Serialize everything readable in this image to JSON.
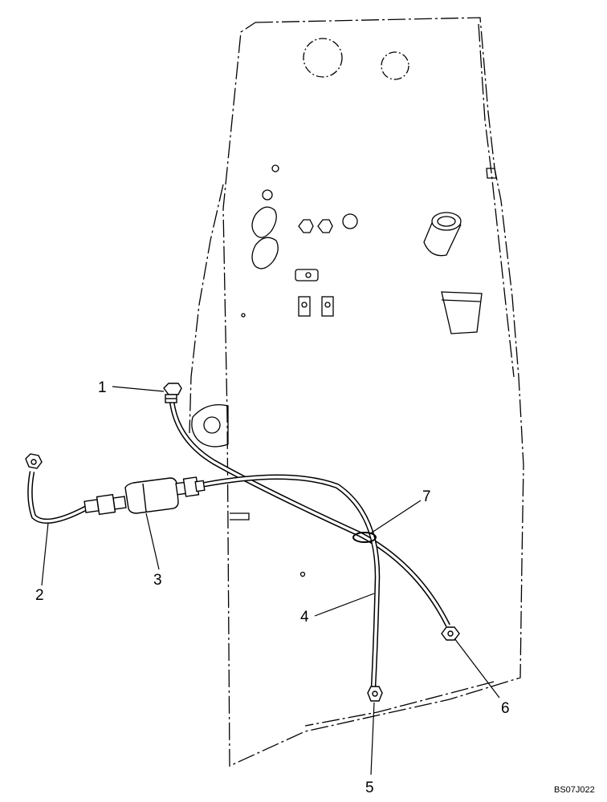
{
  "diagram": {
    "callouts": {
      "c1": "1",
      "c2": "2",
      "c3": "3",
      "c4": "4",
      "c5": "5",
      "c6": "6",
      "c7": "7"
    },
    "reference_code": "BS07J022"
  },
  "colors": {
    "line": "#000000",
    "background": "#ffffff"
  }
}
